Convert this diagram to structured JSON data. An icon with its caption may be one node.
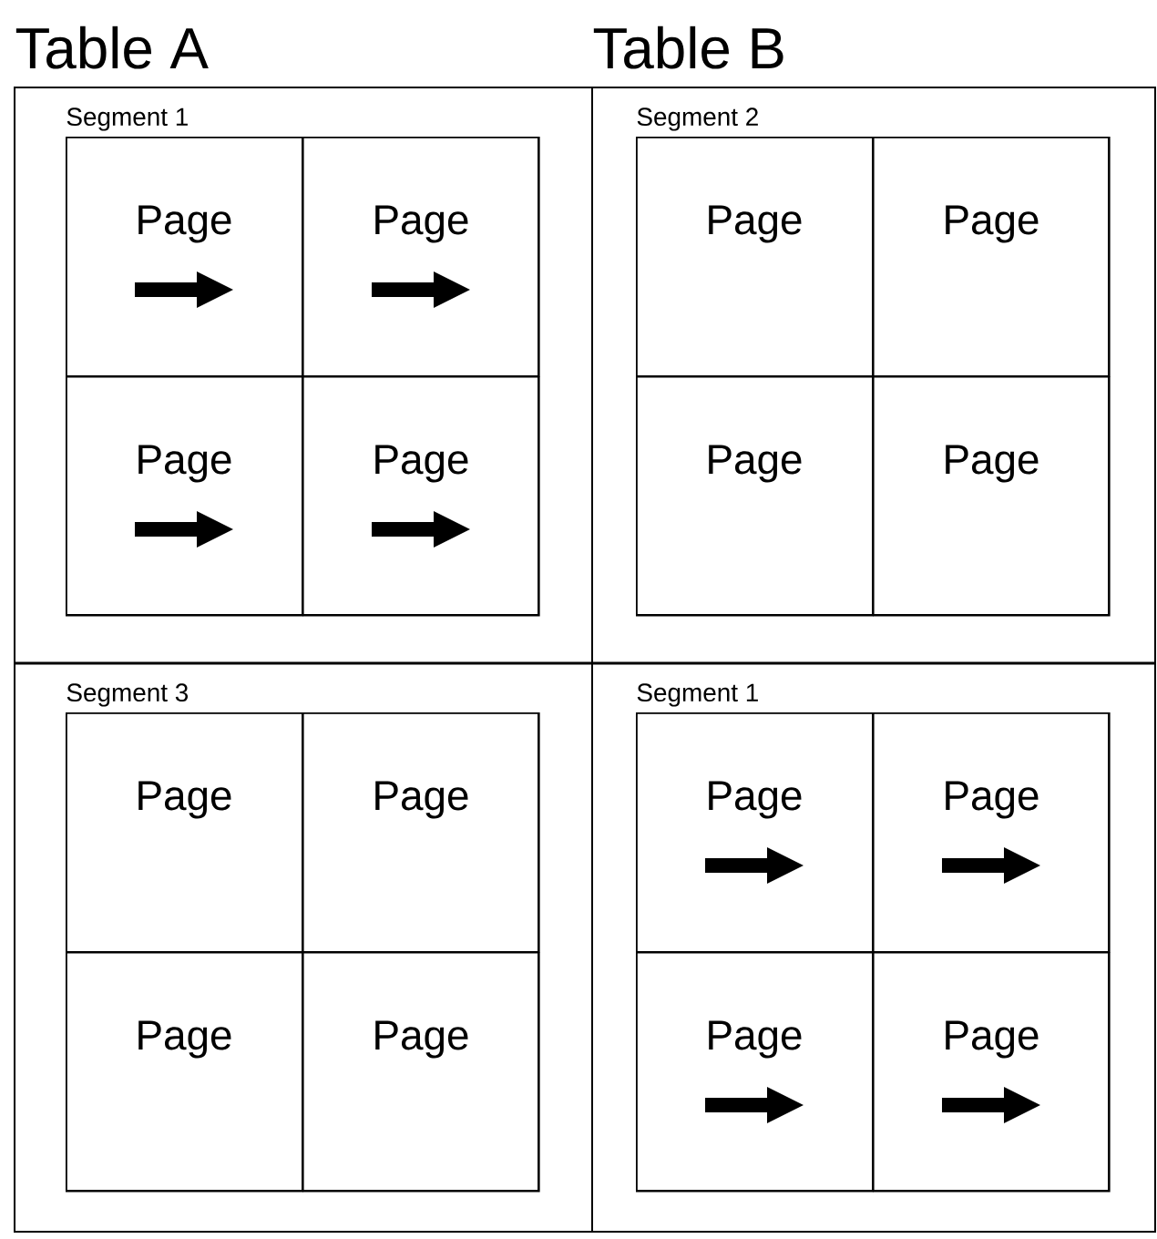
{
  "diagram": {
    "nodes": [
      {
        "text": [
          "Table A"
        ]
      },
      {
        "text": [
          "Segment 1"
        ],
        "in": 0
      },
      {
        "text": [
          "Page"
        ],
        "in": 1
      },
      {
        "text": [
          "Page"
        ],
        "in": 1
      },
      {
        "text": [
          "Page"
        ],
        "in": 1
      },
      {
        "text": [
          "Page"
        ],
        "in": 1
      },
      {
        "text": [
          "Segment 3"
        ],
        "in": 0
      },
      {
        "text": [
          "Page"
        ],
        "in": 6
      },
      {
        "text": [
          "Page"
        ],
        "in": 6
      },
      {
        "text": [
          "Page"
        ],
        "in": 6
      },
      {
        "text": [
          "Page"
        ],
        "in": 6
      },
      {
        "text": [
          "Table B"
        ]
      },
      {
        "text": [
          "Segment 2"
        ],
        "in": 11
      },
      {
        "text": [
          "Page"
        ],
        "in": 12
      },
      {
        "text": [
          "Page"
        ],
        "in": 12
      },
      {
        "text": [
          "Page"
        ],
        "in": 12
      },
      {
        "text": [
          "Page"
        ],
        "in": 12
      },
      {
        "text": [
          "Segment 1"
        ],
        "in": 11
      },
      {
        "text": [
          "Page"
        ],
        "in": 17
      },
      {
        "text": [
          "Page"
        ],
        "in": 17
      },
      {
        "text": [
          "Page"
        ],
        "in": 17
      },
      {
        "text": [
          "Page"
        ],
        "in": 17
      }
    ]
  }
}
